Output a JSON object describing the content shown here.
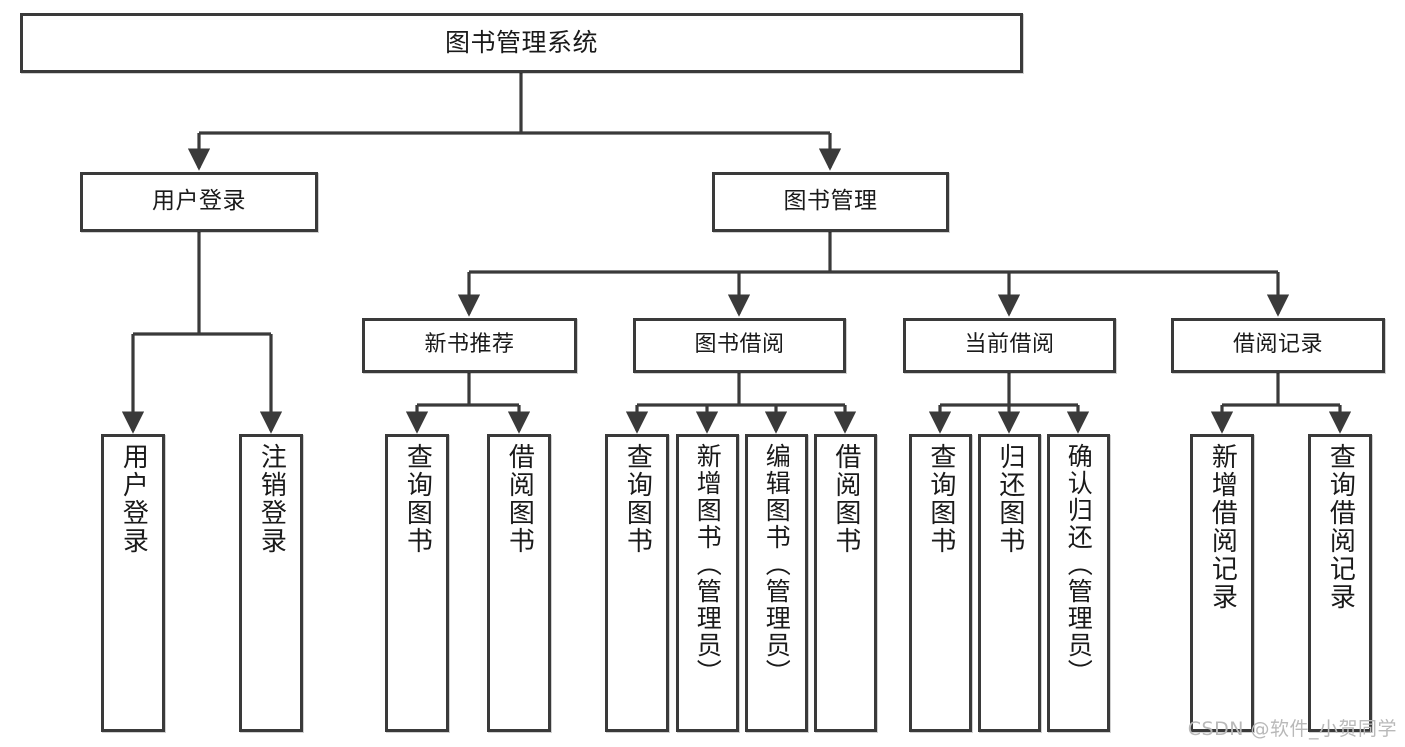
{
  "diagram": {
    "type": "tree",
    "title": "图书管理系统",
    "watermark": "CSDN @软件_小贺同学",
    "colors": {
      "node_border": "#3a3a3a",
      "node_fill": "#ffffff",
      "edge": "#3a3a3a",
      "text": "#1a1a1a",
      "watermark": "#b9b9b9"
    },
    "nodes": {
      "root": {
        "label": "图书管理系统"
      },
      "branches": [
        {
          "label": "用户登录"
        },
        {
          "label": "图书管理"
        }
      ],
      "subgroups": [
        {
          "label": "新书推荐"
        },
        {
          "label": "图书借阅"
        },
        {
          "label": "当前借阅"
        },
        {
          "label": "借阅记录"
        }
      ],
      "leaves": [
        {
          "label": "用户登录"
        },
        {
          "label": "注销登录"
        },
        {
          "label": "查询图书"
        },
        {
          "label": "借阅图书"
        },
        {
          "label": "查询图书"
        },
        {
          "label": "新增图书（管理员）"
        },
        {
          "label": "编辑图书（管理员）"
        },
        {
          "label": "借阅图书"
        },
        {
          "label": "查询图书"
        },
        {
          "label": "归还图书"
        },
        {
          "label": "确认归还（管理员）"
        },
        {
          "label": "新增借阅记录"
        },
        {
          "label": "查询借阅记录"
        }
      ]
    },
    "edges": [
      {
        "from": "图书管理系统",
        "to": "用户登录"
      },
      {
        "from": "图书管理系统",
        "to": "图书管理"
      },
      {
        "from": "用户登录",
        "to": "用户登录"
      },
      {
        "from": "用户登录",
        "to": "注销登录"
      },
      {
        "from": "图书管理",
        "to": "新书推荐"
      },
      {
        "from": "图书管理",
        "to": "图书借阅"
      },
      {
        "from": "图书管理",
        "to": "当前借阅"
      },
      {
        "from": "图书管理",
        "to": "借阅记录"
      },
      {
        "from": "新书推荐",
        "to": "查询图书"
      },
      {
        "from": "新书推荐",
        "to": "借阅图书"
      },
      {
        "from": "图书借阅",
        "to": "查询图书"
      },
      {
        "from": "图书借阅",
        "to": "新增图书（管理员）"
      },
      {
        "from": "图书借阅",
        "to": "编辑图书（管理员）"
      },
      {
        "from": "图书借阅",
        "to": "借阅图书"
      },
      {
        "from": "当前借阅",
        "to": "查询图书"
      },
      {
        "from": "当前借阅",
        "to": "归还图书"
      },
      {
        "from": "当前借阅",
        "to": "确认归还（管理员）"
      },
      {
        "from": "借阅记录",
        "to": "新增借阅记录"
      },
      {
        "from": "借阅记录",
        "to": "查询借阅记录"
      }
    ]
  }
}
